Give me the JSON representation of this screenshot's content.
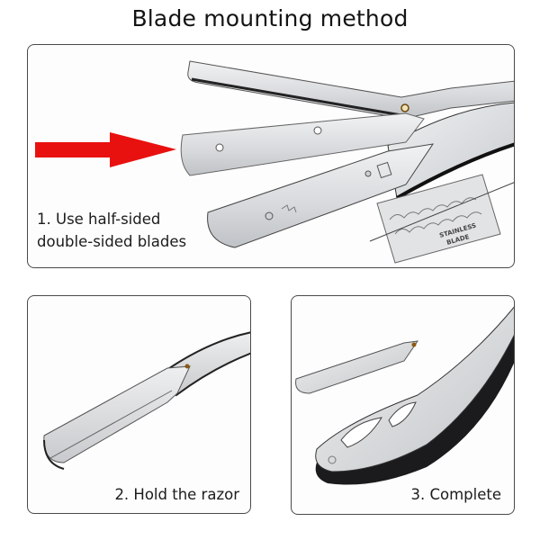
{
  "header": {
    "title": "Blade mounting method"
  },
  "steps": [
    {
      "number": 1,
      "caption_line1": "1. Use half-sided",
      "caption_line2": "double-sided blades",
      "illustration": "razor-open-with-blade-halves"
    },
    {
      "number": 2,
      "caption": "2. Hold the razor",
      "illustration": "razor-blade-holder-closed"
    },
    {
      "number": 3,
      "caption": "3. Complete",
      "illustration": "razor-assembled"
    }
  ],
  "blade": {
    "stamp_line1": "STAINLESS",
    "stamp_line2": "BLADE"
  },
  "icons": {
    "arrow": "red-right-arrow"
  },
  "colors": {
    "arrow": "#e8110f",
    "panel_border": "#4a4a4a",
    "steel_light": "#e4e5e7",
    "steel_mid": "#c3c5c9",
    "handle_dark": "#1b1b1d"
  }
}
